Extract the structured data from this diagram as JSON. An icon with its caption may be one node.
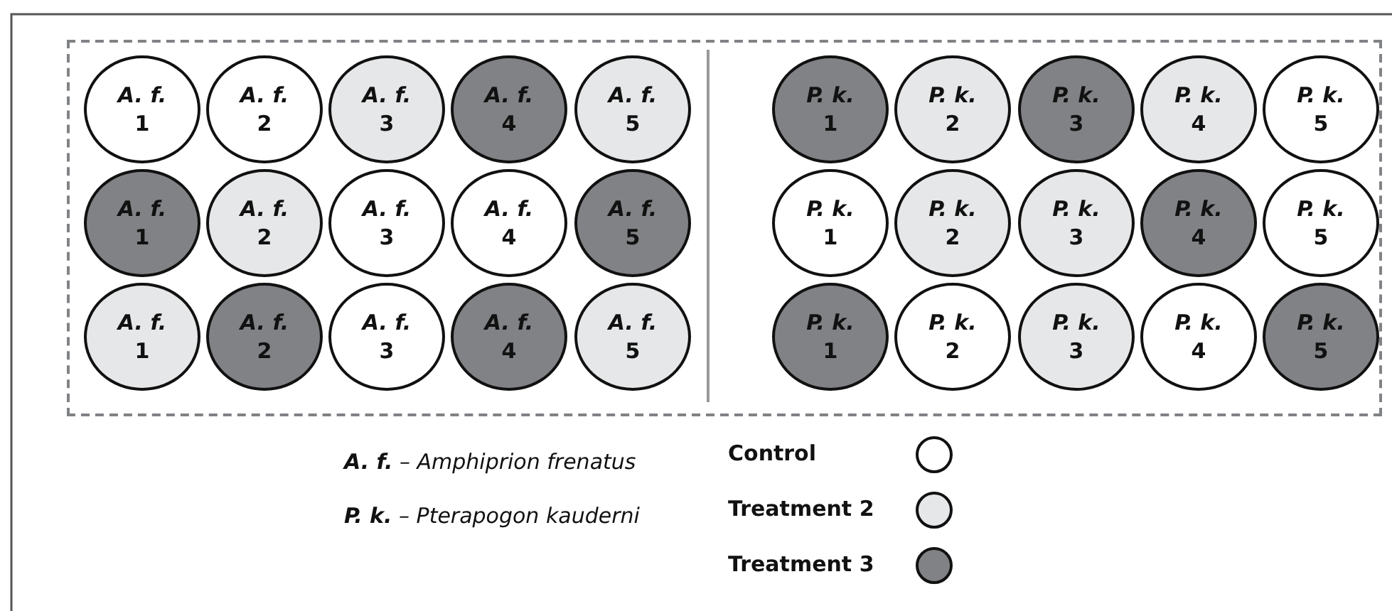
{
  "diagram": {
    "nodes": [
      {
        "text": [],
        "shape": "box"
      },
      {
        "text": [
          "A. f.",
          "1"
        ],
        "in": 0
      },
      {
        "text": [
          "A. f.",
          "2"
        ],
        "in": 0
      },
      {
        "text": [
          "A. f.",
          "3"
        ],
        "in": 0
      },
      {
        "text": [
          "A. f.",
          "4"
        ],
        "in": 0
      },
      {
        "text": [
          "A. f.",
          "5"
        ],
        "in": 0
      },
      {
        "text": [
          "P. k.",
          "1"
        ],
        "in": 0
      },
      {
        "text": [
          "P. k.",
          "2"
        ],
        "in": 0
      },
      {
        "text": [
          "P. k.",
          "3"
        ],
        "in": 0
      },
      {
        "text": [
          "P. k.",
          "4"
        ],
        "in": 0
      },
      {
        "text": [
          "P. k.",
          "5"
        ],
        "in": 0
      },
      {
        "text": [
          "A. f.",
          "1"
        ],
        "in": 0
      },
      {
        "text": [
          "A. f.",
          "2"
        ],
        "in": 0
      },
      {
        "text": [
          "A. f.",
          "3"
        ],
        "in": 0
      },
      {
        "text": [
          "A. f.",
          "4"
        ],
        "in": 0
      },
      {
        "text": [
          "A. f.",
          "5"
        ],
        "in": 0
      },
      {
        "text": [
          "P. k.",
          "1"
        ],
        "in": 0
      },
      {
        "text": [
          "P. k.",
          "2"
        ],
        "in": 0
      },
      {
        "text": [
          "P. k.",
          "3"
        ],
        "in": 0
      },
      {
        "text": [
          "P. k.",
          "4"
        ],
        "in": 0
      },
      {
        "text": [
          "P. k.",
          "5"
        ],
        "in": 0
      },
      {
        "text": [
          "A. f.",
          "1"
        ],
        "in": 0
      },
      {
        "text": [
          "A. f.",
          "2"
        ],
        "in": 0
      },
      {
        "text": [
          "A. f.",
          "3"
        ],
        "in": 0
      },
      {
        "text": [
          "A. f.",
          "4"
        ],
        "in": 0
      },
      {
        "text": [
          "A. f.",
          "5"
        ],
        "in": 0
      },
      {
        "text": [
          "P. k.",
          "1"
        ],
        "in": 0
      },
      {
        "text": [
          "P. k.",
          "2"
        ],
        "in": 0
      },
      {
        "text": [
          "P. k.",
          "3"
        ],
        "in": 0
      },
      {
        "text": [
          "P. k.",
          "4"
        ],
        "in": 0
      },
      {
        "text": [
          "P. k.",
          "5"
        ],
        "in": 0
      }
    ],
    "labels": [
      "**A. f.** – Amphiprion frenatus",
      "**P. k.** – Pterapogon kauderni"
    ],
    "legend": [
      {
        "text": "Control",
        "color": "#ffffff"
      },
      {
        "text": "Treatment 2",
        "color": "#e6e7e8"
      },
      {
        "text": "Treatment 3",
        "color": "#808285"
      }
    ]
  }
}
